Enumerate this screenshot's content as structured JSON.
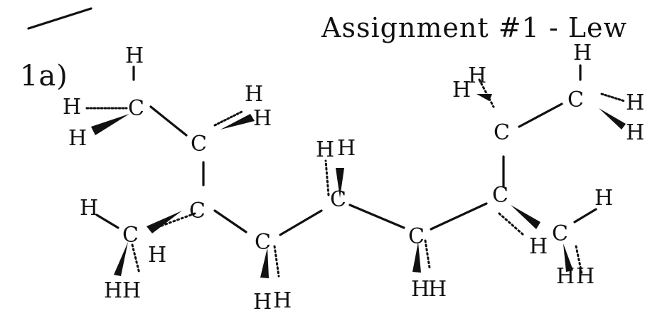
{
  "header": {
    "title": "Assignment #1 - Lew"
  },
  "problem": {
    "label": "1a)"
  },
  "molecule": {
    "atoms": {
      "carbon": "C",
      "hydrogen": "H"
    }
  },
  "colors": {
    "ink": "#111111",
    "paper": "#ffffff"
  }
}
